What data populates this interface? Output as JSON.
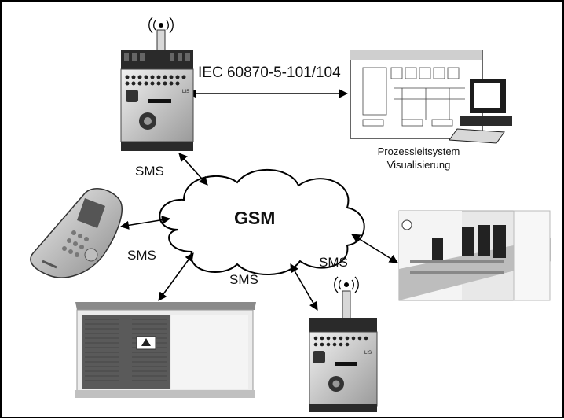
{
  "labels": {
    "protocol": "IEC 60870-5-101/104",
    "network": "GSM",
    "control_system_line1": "Prozessleitsystem",
    "control_system_line2": "Visualisierung",
    "sms": "SMS"
  },
  "devices": {
    "rtu_top_panel": "LIS",
    "rtu_bottom_panel": "LIS"
  }
}
